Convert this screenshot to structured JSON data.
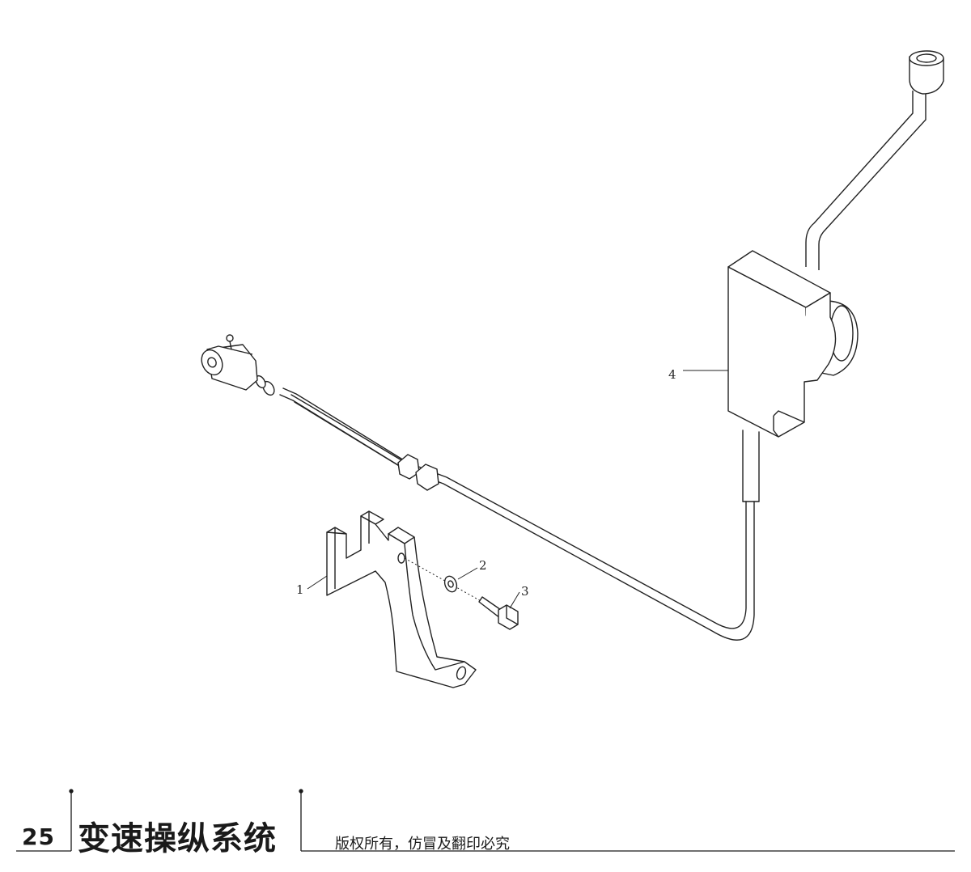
{
  "parts": [
    {
      "number": "1",
      "name": "bracket"
    },
    {
      "number": "2",
      "name": "washer"
    },
    {
      "number": "3",
      "name": "bolt"
    },
    {
      "number": "4",
      "name": "shift-lever-assembly"
    }
  ],
  "footer": {
    "page_number": "25",
    "section_title": "变速操纵系统",
    "copyright": "版权所有，仿冒及翻印必究"
  }
}
